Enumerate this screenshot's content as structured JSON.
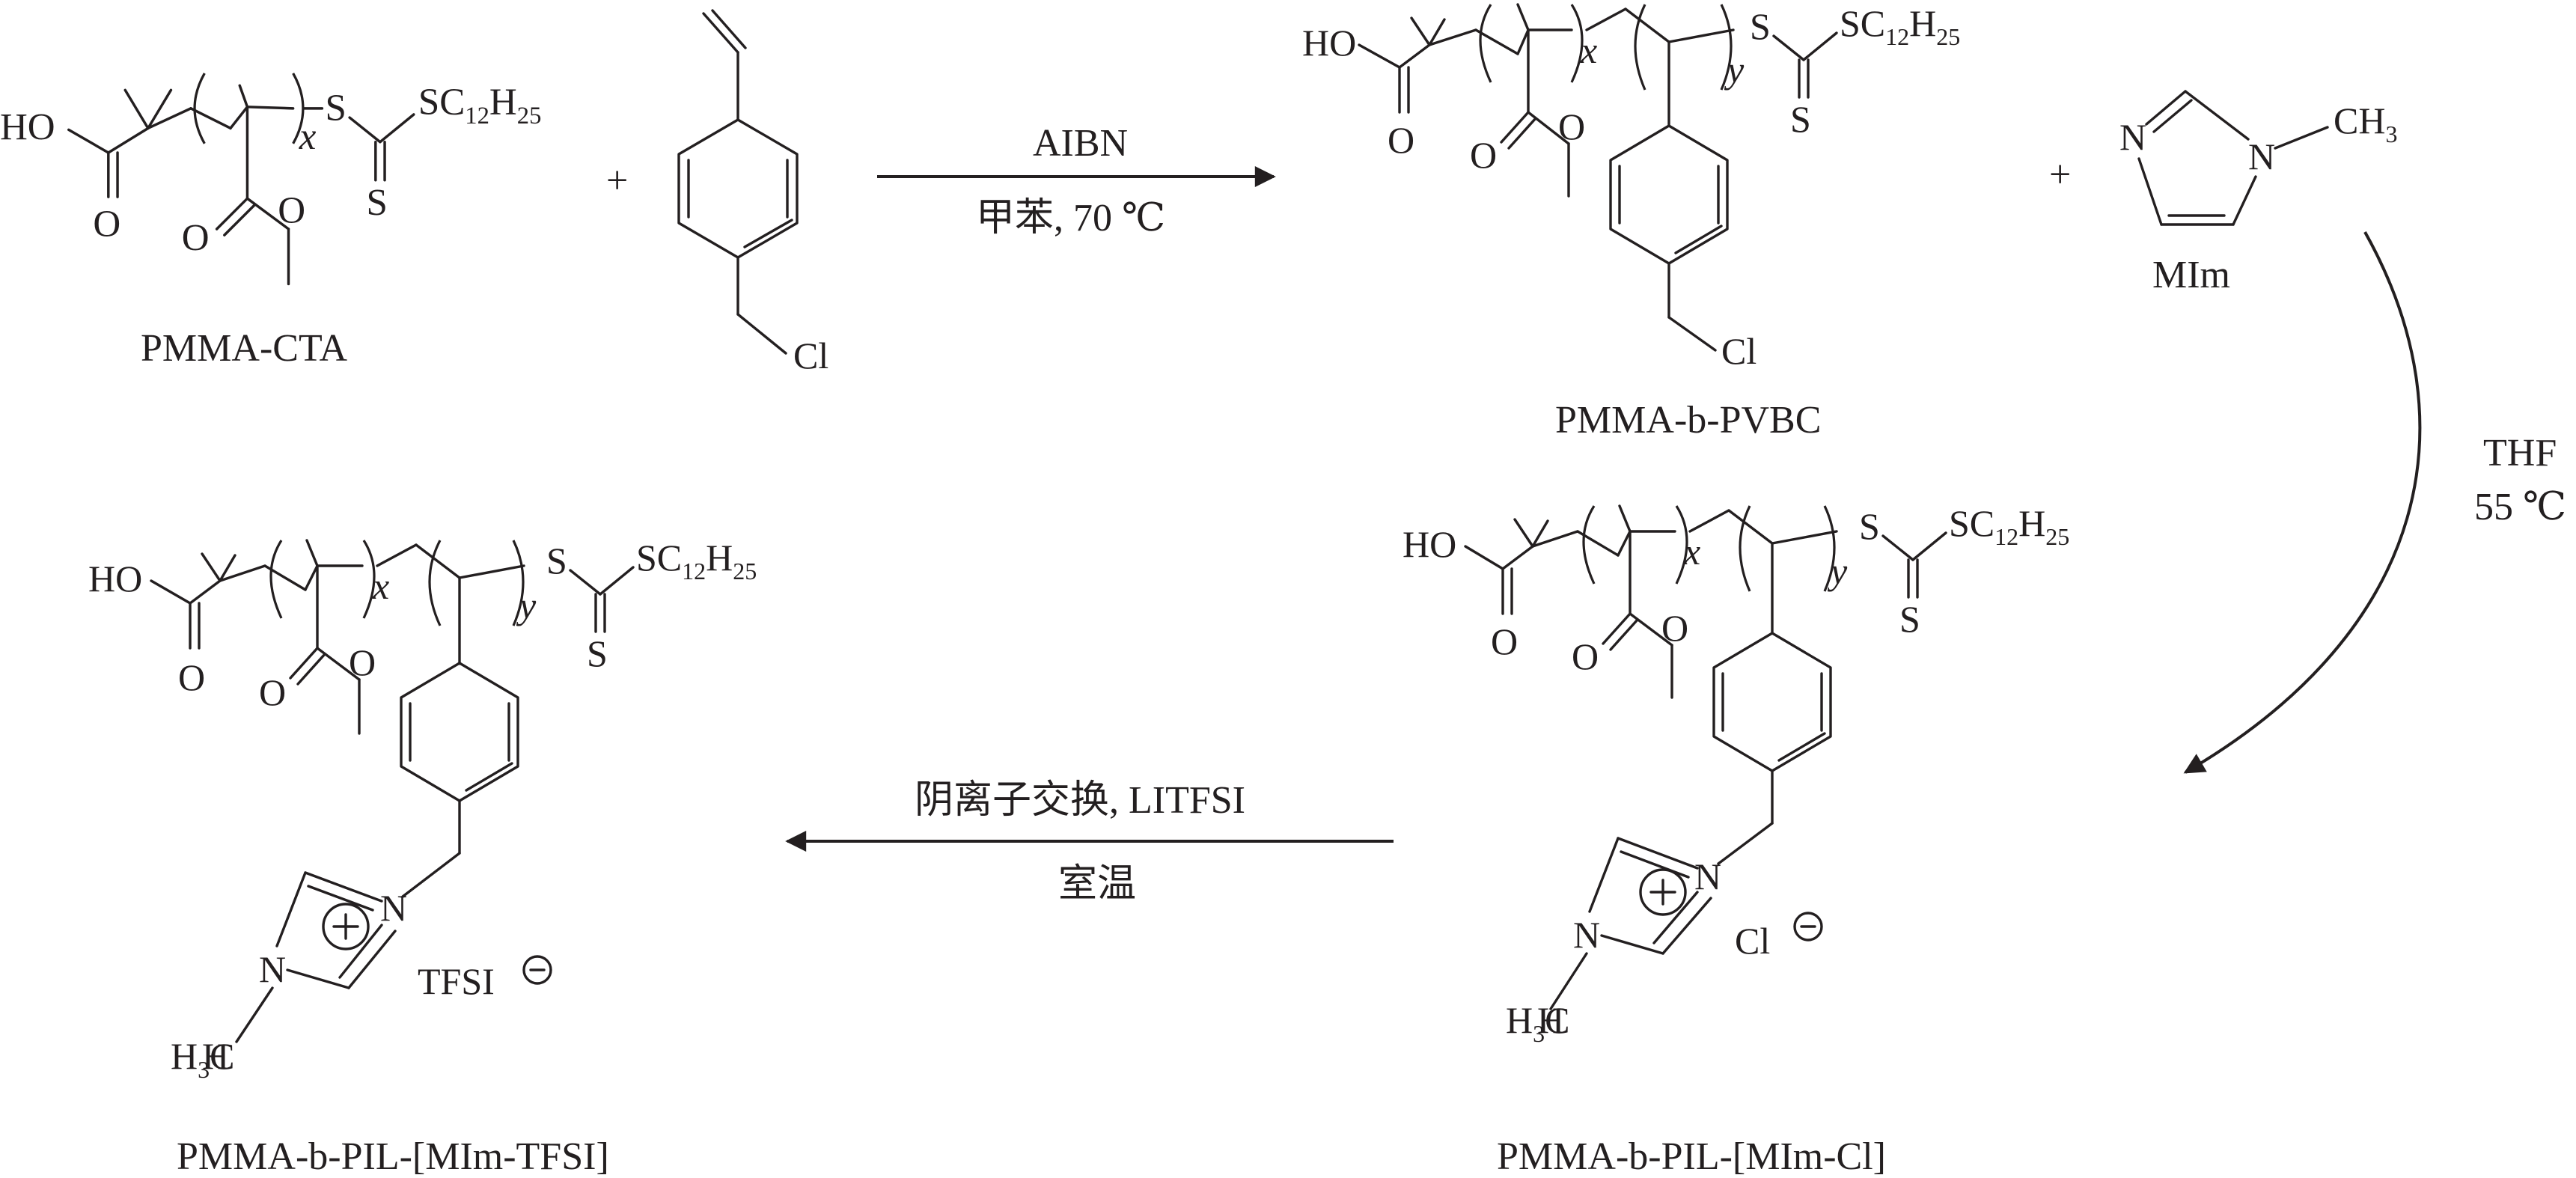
{
  "compounds": {
    "pmma_cta": "PMMA-CTA",
    "pmma_b_pvbc": "PMMA-b-PVBC",
    "mim": "MIm",
    "pil_cl": "PMMA-b-PIL-[MIm-Cl]",
    "pil_tfsi": "PMMA-b-PIL-[MIm-TFSI]"
  },
  "atoms": {
    "ho": "HO",
    "o": "O",
    "s": "S",
    "sc": "SC",
    "h": "H",
    "c12": "12",
    "h25": "25",
    "cl": "Cl",
    "n": "N",
    "ch": "CH",
    "three": "3",
    "plus": "+",
    "tfsi": "TFSI",
    "x": "x",
    "y": "y"
  },
  "reactions": {
    "step1": {
      "reagent": "AIBN",
      "conditions": "甲苯, 70 ℃"
    },
    "step2": {
      "solvent": "THF",
      "temperature": "55 ℃"
    },
    "step3": {
      "reagent": "阴离子交换, LITFSI",
      "conditions": "室温"
    }
  }
}
